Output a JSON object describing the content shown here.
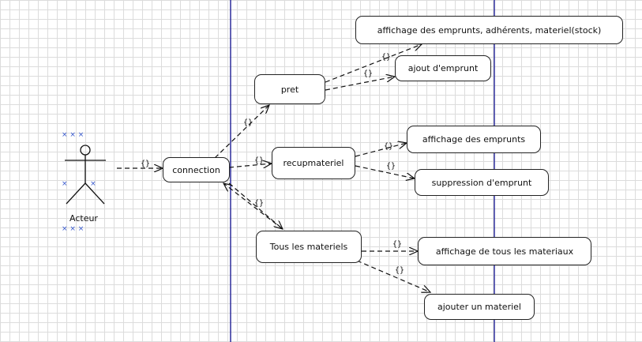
{
  "colors": {
    "swimlane": "#2d2d9c",
    "edge": "#111111",
    "grid": "#dcdcdc",
    "handle": "#3355cc"
  },
  "actor": {
    "label": "Acteur",
    "icon": "stick-figure-icon"
  },
  "nodes": {
    "connection": "connection",
    "pret": "pret",
    "recupmateriel": "recupmateriel",
    "tous_materiels": "Tous les materiels",
    "affichage_stock": "affichage des emprunts, adhérents, materiel(stock)",
    "ajout_emprunt": "ajout d'emprunt",
    "affichage_emprunts": "affichage des emprunts",
    "suppression_emprunt": "suppression d'emprunt",
    "affichage_materiaux": "affichage de tous les materiaux",
    "ajouter_materiel": "ajouter un materiel"
  },
  "guards": {
    "g1": "{}",
    "g2": "{}",
    "g3": "{}",
    "g4": "{}",
    "g5": "{}",
    "g6": "{}",
    "g7": "{}",
    "g8": "{}",
    "g9": "{}",
    "g10": "{}"
  }
}
